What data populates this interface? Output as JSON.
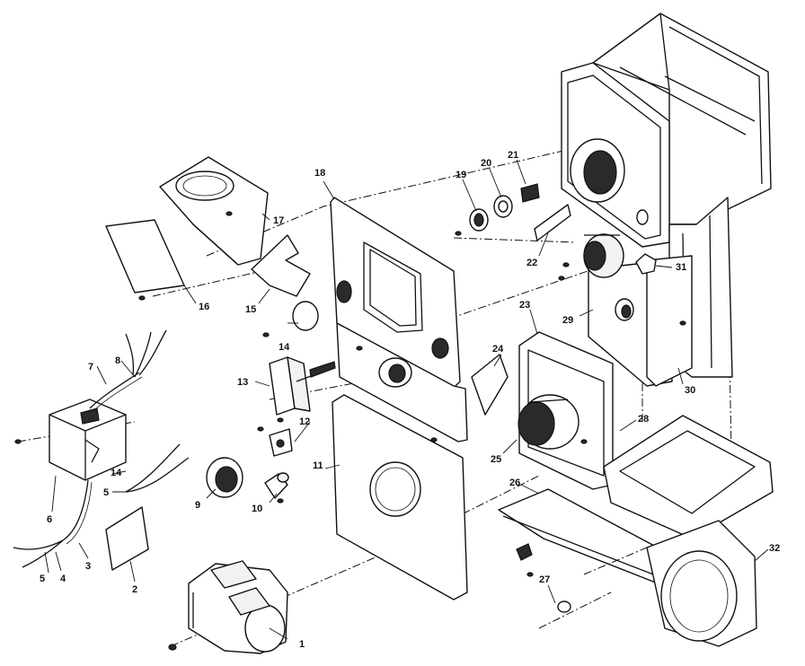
{
  "callouts": {
    "c1": "1",
    "c2": "2",
    "c3": "3",
    "c4": "4",
    "c5a": "5",
    "c5b": "5",
    "c6": "6",
    "c7": "7",
    "c8": "8",
    "c9": "9",
    "c10": "10",
    "c11": "11",
    "c12": "12",
    "c13": "13",
    "c14a": "14",
    "c14b": "14",
    "c15": "15",
    "c16": "16",
    "c17": "17",
    "c18": "18",
    "c19": "19",
    "c20": "20",
    "c21": "21",
    "c22": "22",
    "c23": "23",
    "c24": "24",
    "c25": "25",
    "c26": "26",
    "c27": "27",
    "c28": "28",
    "c29": "29",
    "c30": "30",
    "c31": "31",
    "c32": "32"
  }
}
